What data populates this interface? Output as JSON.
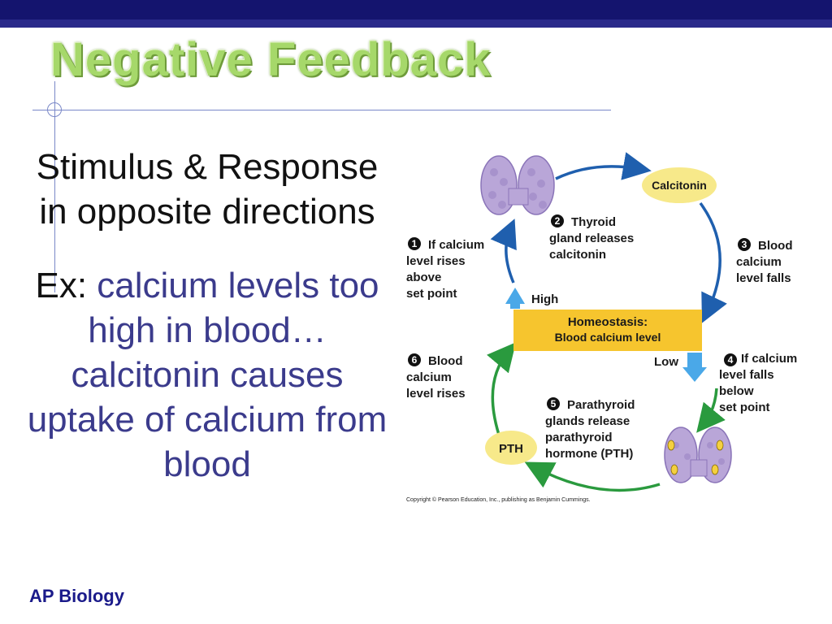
{
  "slide": {
    "title": "Negative Feedback",
    "footer": "AP Biology",
    "body": {
      "line1": "Stimulus & Response",
      "line2": "in opposite directions",
      "ex_prefix": "Ex:",
      "ex_part1": " calcium levels too",
      "ex_part2": "high in blood…",
      "ex_part3": "calcitonin causes",
      "ex_part4": "uptake of calcium from",
      "ex_part5": "blood"
    }
  },
  "diagram": {
    "center": {
      "line1": "Homeostasis:",
      "line2": "Blood calcium level"
    },
    "high": "High",
    "low": "Low",
    "calcitonin": "Calcitonin",
    "pth": "PTH",
    "step1": {
      "n": "1",
      "lines": [
        "If calcium",
        "level rises",
        "above",
        "set point"
      ]
    },
    "step2": {
      "n": "2",
      "lines": [
        "Thyroid",
        "gland releases",
        "calcitonin"
      ]
    },
    "step3": {
      "n": "3",
      "lines": [
        "Blood",
        "calcium",
        "level falls"
      ]
    },
    "step4": {
      "n": "4",
      "lines": [
        "If calcium",
        "level falls",
        "below",
        "set point"
      ]
    },
    "step5": {
      "n": "5",
      "lines": [
        "Parathyroid",
        "glands release",
        "parathyroid",
        "hormone (PTH)"
      ]
    },
    "step6": {
      "n": "6",
      "lines": [
        "Blood",
        "calcium",
        "level rises"
      ]
    },
    "copyright": "Copyright © Pearson Education, Inc., publishing as Benjamin Cummings.",
    "colors": {
      "upper_arrows": "#1f5fae",
      "lower_arrows": "#2a9a3e",
      "center_box": "#f6c52e",
      "hormone_oval": "#f7e98a",
      "gland": "#b9a6d8"
    }
  }
}
